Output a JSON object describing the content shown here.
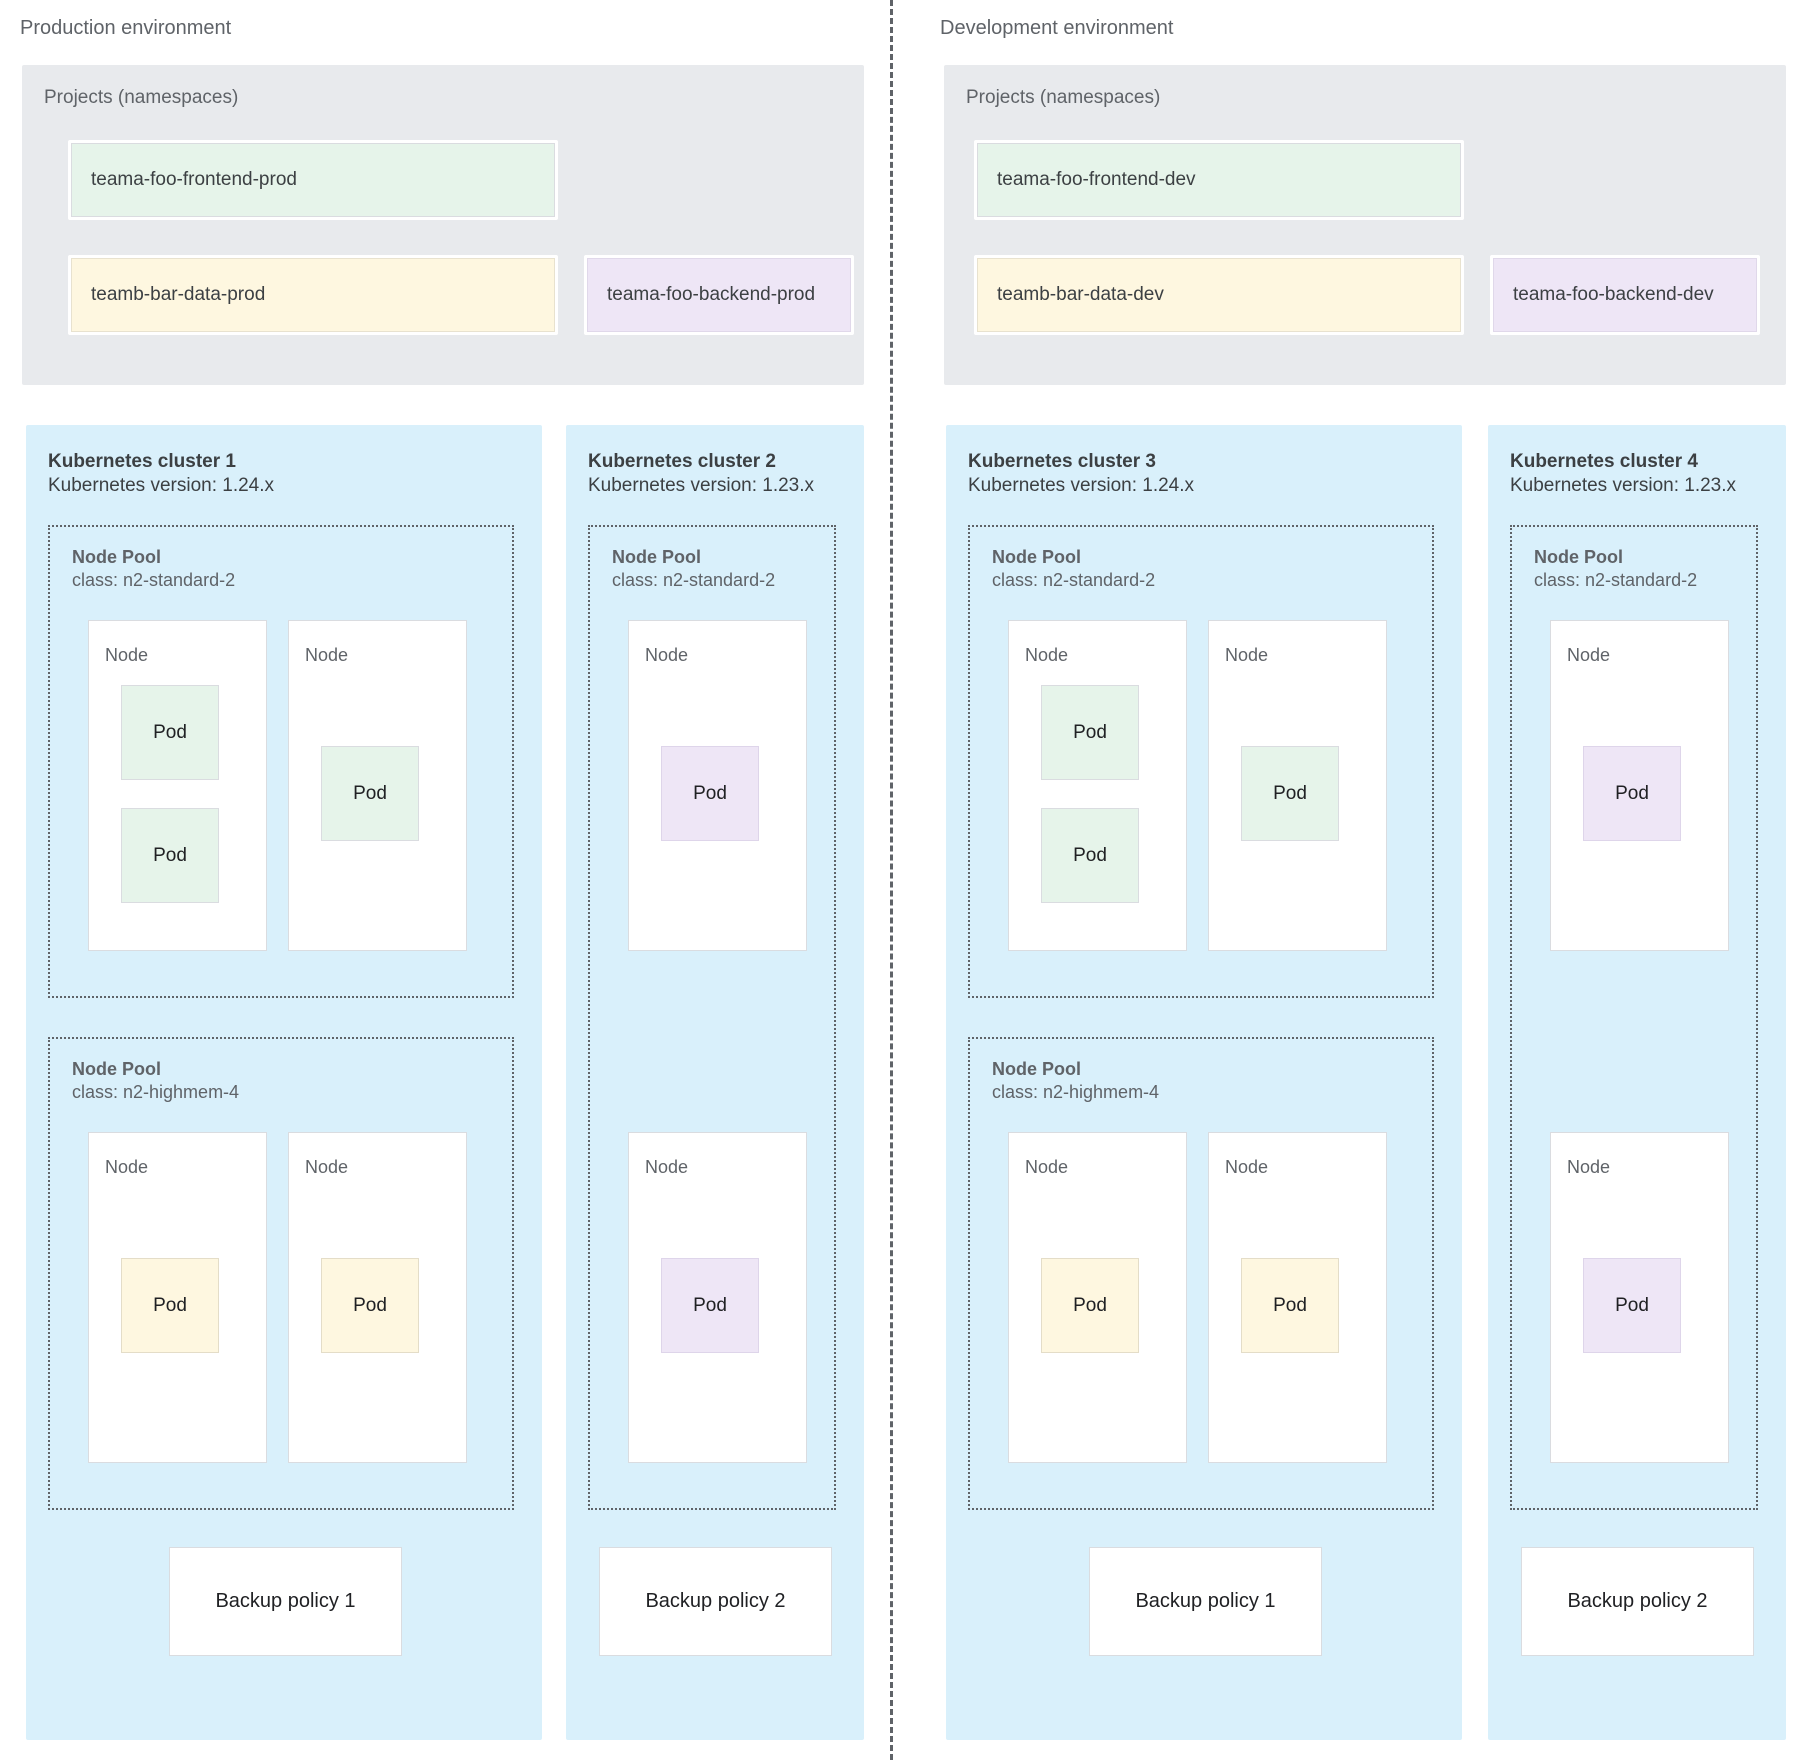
{
  "diagram": {
    "title_hidden": "",
    "colors": {
      "cluster_bg": "#d9f0fb",
      "projects_bg": "#e8eaed",
      "pod_green": "#e6f4ea",
      "pod_yellow": "#fef7e0",
      "pod_purple": "#eee6f6",
      "divider": "#5f6368",
      "text": "#3c4043",
      "muted_text": "#5f6368"
    }
  },
  "environments": [
    {
      "name": "Production environment",
      "projects": {
        "title": "Projects (namespaces)",
        "namespaces": [
          {
            "label": "teama-foo-frontend-prod",
            "color": "green"
          },
          {
            "label": "teamb-bar-data-prod",
            "color": "yellow"
          },
          {
            "label": "teama-foo-backend-prod",
            "color": "purple"
          }
        ]
      },
      "clusters": [
        {
          "title": "Kubernetes cluster 1",
          "version": "Kubernetes version: 1.24.x",
          "node_pools": [
            {
              "title": "Node Pool",
              "class": "class: n2-standard-2",
              "nodes": [
                {
                  "label": "Node",
                  "pods": [
                    {
                      "label": "Pod",
                      "color": "green"
                    },
                    {
                      "label": "Pod",
                      "color": "green"
                    }
                  ]
                },
                {
                  "label": "Node",
                  "pods": [
                    {
                      "label": "Pod",
                      "color": "green"
                    }
                  ]
                }
              ]
            },
            {
              "title": "Node Pool",
              "class": "class: n2-highmem-4",
              "nodes": [
                {
                  "label": "Node",
                  "pods": [
                    {
                      "label": "Pod",
                      "color": "yellow"
                    }
                  ]
                },
                {
                  "label": "Node",
                  "pods": [
                    {
                      "label": "Pod",
                      "color": "yellow"
                    }
                  ]
                }
              ]
            }
          ],
          "backup_policy": "Backup policy 1"
        },
        {
          "title": "Kubernetes cluster 2",
          "version": "Kubernetes version: 1.23.x",
          "node_pools": [
            {
              "title": "Node Pool",
              "class": "class: n2-standard-2",
              "nodes": [
                {
                  "label": "Node",
                  "pods": [
                    {
                      "label": "Pod",
                      "color": "purple"
                    }
                  ]
                },
                {
                  "label": "Node",
                  "pods": [
                    {
                      "label": "Pod",
                      "color": "purple"
                    }
                  ]
                }
              ]
            }
          ],
          "backup_policy": "Backup policy 2"
        }
      ]
    },
    {
      "name": "Development environment",
      "projects": {
        "title": "Projects (namespaces)",
        "namespaces": [
          {
            "label": "teama-foo-frontend-dev",
            "color": "green"
          },
          {
            "label": "teamb-bar-data-dev",
            "color": "yellow"
          },
          {
            "label": "teama-foo-backend-dev",
            "color": "purple"
          }
        ]
      },
      "clusters": [
        {
          "title": "Kubernetes cluster 3",
          "version": "Kubernetes version: 1.24.x",
          "node_pools": [
            {
              "title": "Node Pool",
              "class": "class: n2-standard-2",
              "nodes": [
                {
                  "label": "Node",
                  "pods": [
                    {
                      "label": "Pod",
                      "color": "green"
                    },
                    {
                      "label": "Pod",
                      "color": "green"
                    }
                  ]
                },
                {
                  "label": "Node",
                  "pods": [
                    {
                      "label": "Pod",
                      "color": "green"
                    }
                  ]
                }
              ]
            },
            {
              "title": "Node Pool",
              "class": "class: n2-highmem-4",
              "nodes": [
                {
                  "label": "Node",
                  "pods": [
                    {
                      "label": "Pod",
                      "color": "yellow"
                    }
                  ]
                },
                {
                  "label": "Node",
                  "pods": [
                    {
                      "label": "Pod",
                      "color": "yellow"
                    }
                  ]
                }
              ]
            }
          ],
          "backup_policy": "Backup policy 1"
        },
        {
          "title": "Kubernetes cluster 4",
          "version": "Kubernetes version: 1.23.x",
          "node_pools": [
            {
              "title": "Node Pool",
              "class": "class: n2-standard-2",
              "nodes": [
                {
                  "label": "Node",
                  "pods": [
                    {
                      "label": "Pod",
                      "color": "purple"
                    }
                  ]
                },
                {
                  "label": "Node",
                  "pods": [
                    {
                      "label": "Pod",
                      "color": "purple"
                    }
                  ]
                }
              ]
            }
          ],
          "backup_policy": "Backup policy 2"
        }
      ]
    }
  ]
}
